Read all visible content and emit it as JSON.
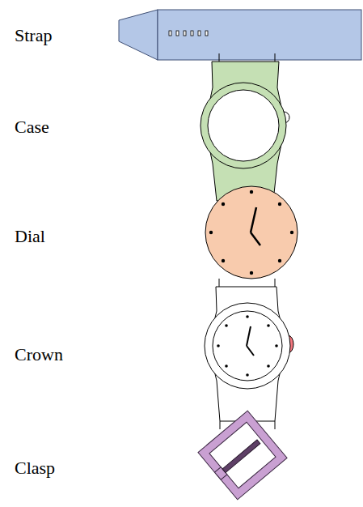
{
  "diagram": {
    "labels": [
      "Strap",
      "Case",
      "Dial",
      "Crown",
      "Clasp"
    ]
  }
}
